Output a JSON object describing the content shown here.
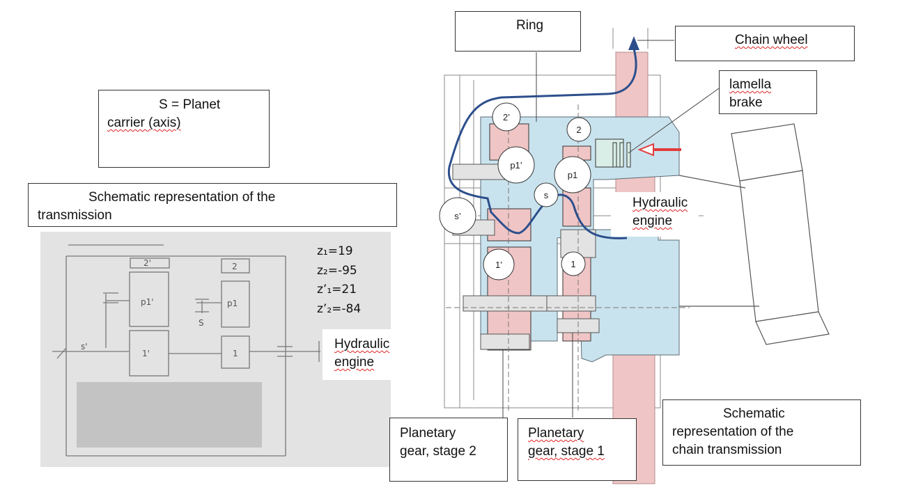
{
  "labels": {
    "ring": "Ring",
    "chain_wheel": "Chain wheel",
    "lamella_brake_1": "lamella",
    "lamella_brake_2": "brake",
    "planet_carrier_1": "S = Planet",
    "planet_carrier_2": "carrier (axis)",
    "schematic_trans_1": "Schematic representation  of the",
    "schematic_trans_2": "transmission",
    "hydraulic_engine_right_1": "Hydraulic",
    "hydraulic_engine_right_2": "engine",
    "hydraulic_engine_left_1": "Hydraulic",
    "hydraulic_engine_left_2": "engine",
    "planetary_stage2_1": "Planetary",
    "planetary_stage2_2": "gear, stage 2",
    "planetary_stage1_1": "Planetary",
    "planetary_stage1_2": "gear, stage 1",
    "schematic_chain_1": "Schematic",
    "schematic_chain_2": "representation  of the",
    "schematic_chain_3": "chain transmission"
  },
  "gear_circles": {
    "c2prime": "2’",
    "c2": "2",
    "p1prime": "p1’",
    "p1": "p1",
    "s": "s",
    "sprime": "s’",
    "c1prime": "1’",
    "c1": "1"
  },
  "teeth_counts": {
    "z1": "z₁=19",
    "z2": "z₂=-95",
    "z1p": "z’₁=21",
    "z2p": "z’₂=-84"
  },
  "sketch_labels": {
    "top2p": "2'",
    "top2": "2",
    "p1p": "p1'",
    "p1": "p1",
    "s": "S",
    "sp": "s'",
    "g1p": "1'",
    "g1": "1"
  },
  "colors": {
    "pink": "#f0c5c5",
    "blue": "#c9e3ee",
    "path": "#2c4f8c",
    "arrow": "#e23c3c"
  }
}
